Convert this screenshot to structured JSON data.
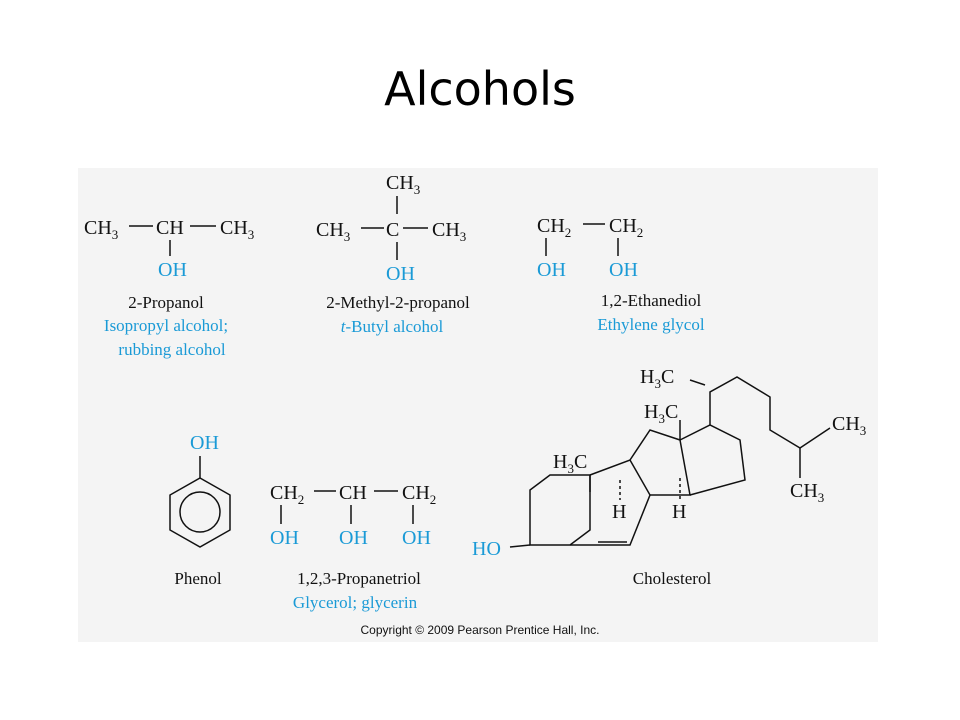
{
  "title": "Alcohols",
  "colors": {
    "oh_blue": "#1a9ad6",
    "text": "#111111",
    "panel_bg": "#f4f4f4"
  },
  "propanol": {
    "ch3_left": "CH",
    "ch": "CH",
    "ch3_right": "CH",
    "oh": "OH",
    "sub3": "3",
    "name": "2-Propanol",
    "common1": "Isopropyl alcohol;",
    "common2": "rubbing alcohol"
  },
  "methylpropanol": {
    "ch3_top": "CH",
    "ch3_left": "CH",
    "c": "C",
    "ch3_right": "CH",
    "oh": "OH",
    "sub3": "3",
    "name": "2-Methyl-2-propanol",
    "common_t": "t",
    "common_rest": "-Butyl alcohol"
  },
  "ethanediol": {
    "ch2_left": "CH",
    "ch2_right": "CH",
    "oh_left": "OH",
    "oh_right": "OH",
    "sub2": "2",
    "name": "1,2-Ethanediol",
    "common": "Ethylene glycol"
  },
  "phenol": {
    "oh": "OH",
    "name": "Phenol"
  },
  "propanetriol": {
    "ch2_left": "CH",
    "ch": "CH",
    "ch2_right": "CH",
    "oh1": "OH",
    "oh2": "OH",
    "oh3": "OH",
    "sub2": "2",
    "name": "1,2,3-Propanetriol",
    "common": "Glycerol; glycerin"
  },
  "cholesterol": {
    "h3c_top": "H",
    "h3c_mid": "H",
    "h3c_left": "H",
    "c_label": "C",
    "sub3": "3",
    "ch3_a": "CH",
    "ch3_b": "CH",
    "h_a": "H",
    "h_b": "H",
    "ho": "HO",
    "name": "Cholesterol"
  },
  "copyright": "Copyright © 2009 Pearson Prentice Hall, Inc."
}
